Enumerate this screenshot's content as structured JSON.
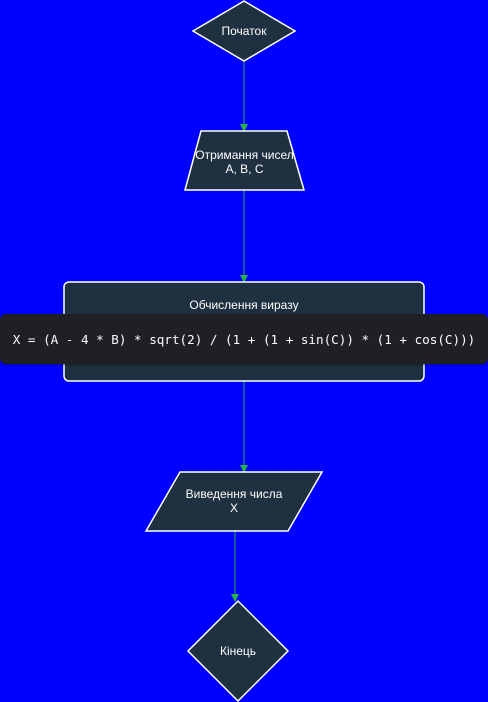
{
  "nodes": {
    "start": {
      "label": "Початок"
    },
    "input": {
      "label": "Отримання чисел\nA, B, C"
    },
    "process": {
      "label": "Обчислення виразу",
      "formula": "X = (A - 4 * B) * sqrt(2) / (1 + (1 + sin(C)) * (1 + cos(C)))"
    },
    "output": {
      "label": "Виведення числа\nX"
    },
    "end": {
      "label": "Кінець"
    }
  },
  "colors": {
    "background": "#0000ff",
    "node_fill": "#1f3040",
    "node_stroke": "#ffffff",
    "arrow": "#27b04b",
    "formula_fill": "#1f1f24"
  }
}
